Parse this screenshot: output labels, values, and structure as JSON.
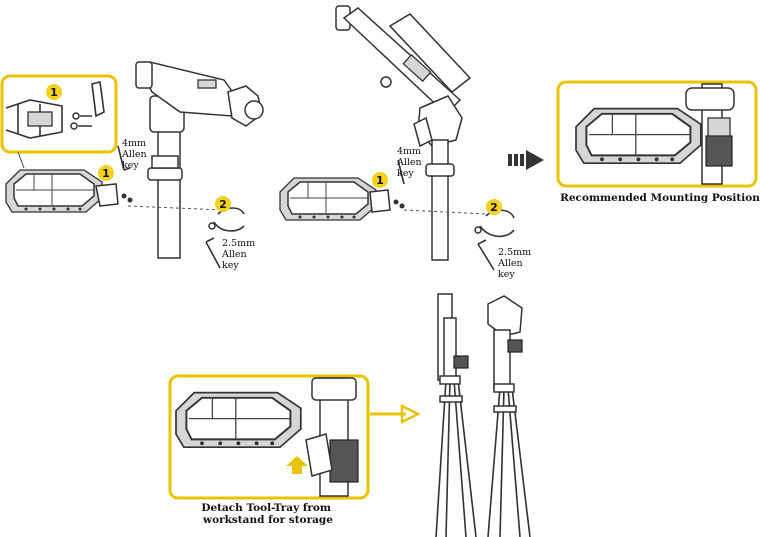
{
  "labels": {
    "allen_4mm_left": [
      "4mm",
      "Allen",
      "key"
    ],
    "allen_25mm_left": [
      "2.5mm",
      "Allen",
      "key"
    ],
    "allen_4mm_mid": [
      "4mm",
      "Allen",
      "key"
    ],
    "allen_25mm_mid": [
      "2.5mm",
      "Allen",
      "key"
    ]
  },
  "steps": {
    "one": "1",
    "two": "2"
  },
  "captions": {
    "recommended": "Recommended Mounting Position",
    "detach_line1": "Detach Tool-Tray from",
    "detach_line2": "workstand for storage"
  },
  "colors": {
    "accent": "#e8c300",
    "badge": "#f1d21e",
    "line": "#333333"
  }
}
